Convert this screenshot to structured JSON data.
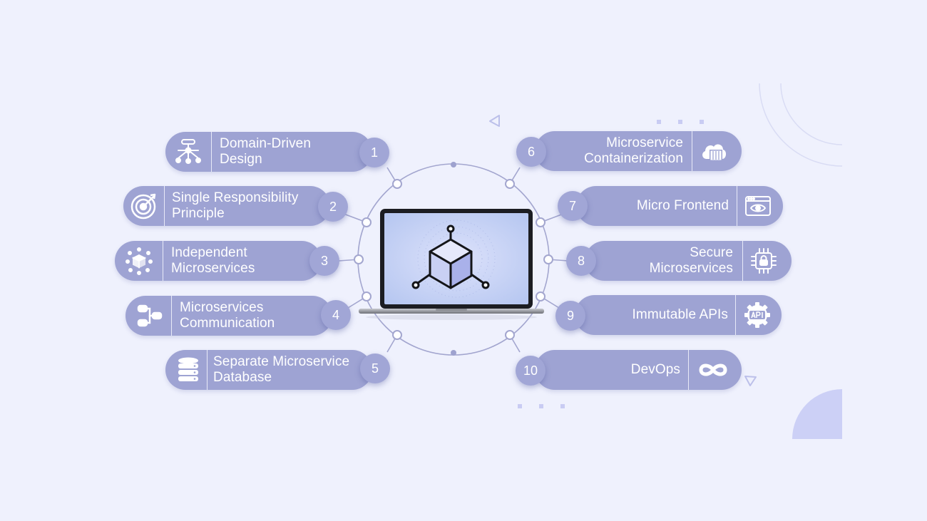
{
  "items": [
    {
      "number": "1",
      "line1": "Domain-Driven",
      "line2": "Design",
      "icon": "domain-driven-design-icon"
    },
    {
      "number": "2",
      "line1": "Single Responsibility",
      "line2": "Principle",
      "icon": "target-icon"
    },
    {
      "number": "3",
      "line1": "Independent",
      "line2": "Microservices",
      "icon": "independent-microservices-icon"
    },
    {
      "number": "4",
      "line1": "Microservices",
      "line2": "Communication",
      "icon": "communication-flow-icon"
    },
    {
      "number": "5",
      "line1": "Separate Microservice",
      "line2": "Database",
      "icon": "database-icon"
    },
    {
      "number": "6",
      "line1": "Microservice",
      "line2": "Containerization",
      "icon": "cloud-container-icon"
    },
    {
      "number": "7",
      "line1": "Micro Frontend",
      "line2": "",
      "icon": "browser-eye-icon"
    },
    {
      "number": "8",
      "line1": "Secure",
      "line2": "Microservices",
      "icon": "secure-chip-icon"
    },
    {
      "number": "9",
      "line1": "Immutable APIs",
      "line2": "",
      "icon": "api-gear-icon"
    },
    {
      "number": "10",
      "line1": "DevOps",
      "line2": "",
      "icon": "infinity-icon"
    }
  ],
  "center_icon": "cube-network-icon",
  "colors": {
    "background": "#eff1fd",
    "pill": "#9ea3d3",
    "badge": "#a1a6d6",
    "ring": "#a3a6cf",
    "text": "#ffffff",
    "dark": "#161822"
  }
}
